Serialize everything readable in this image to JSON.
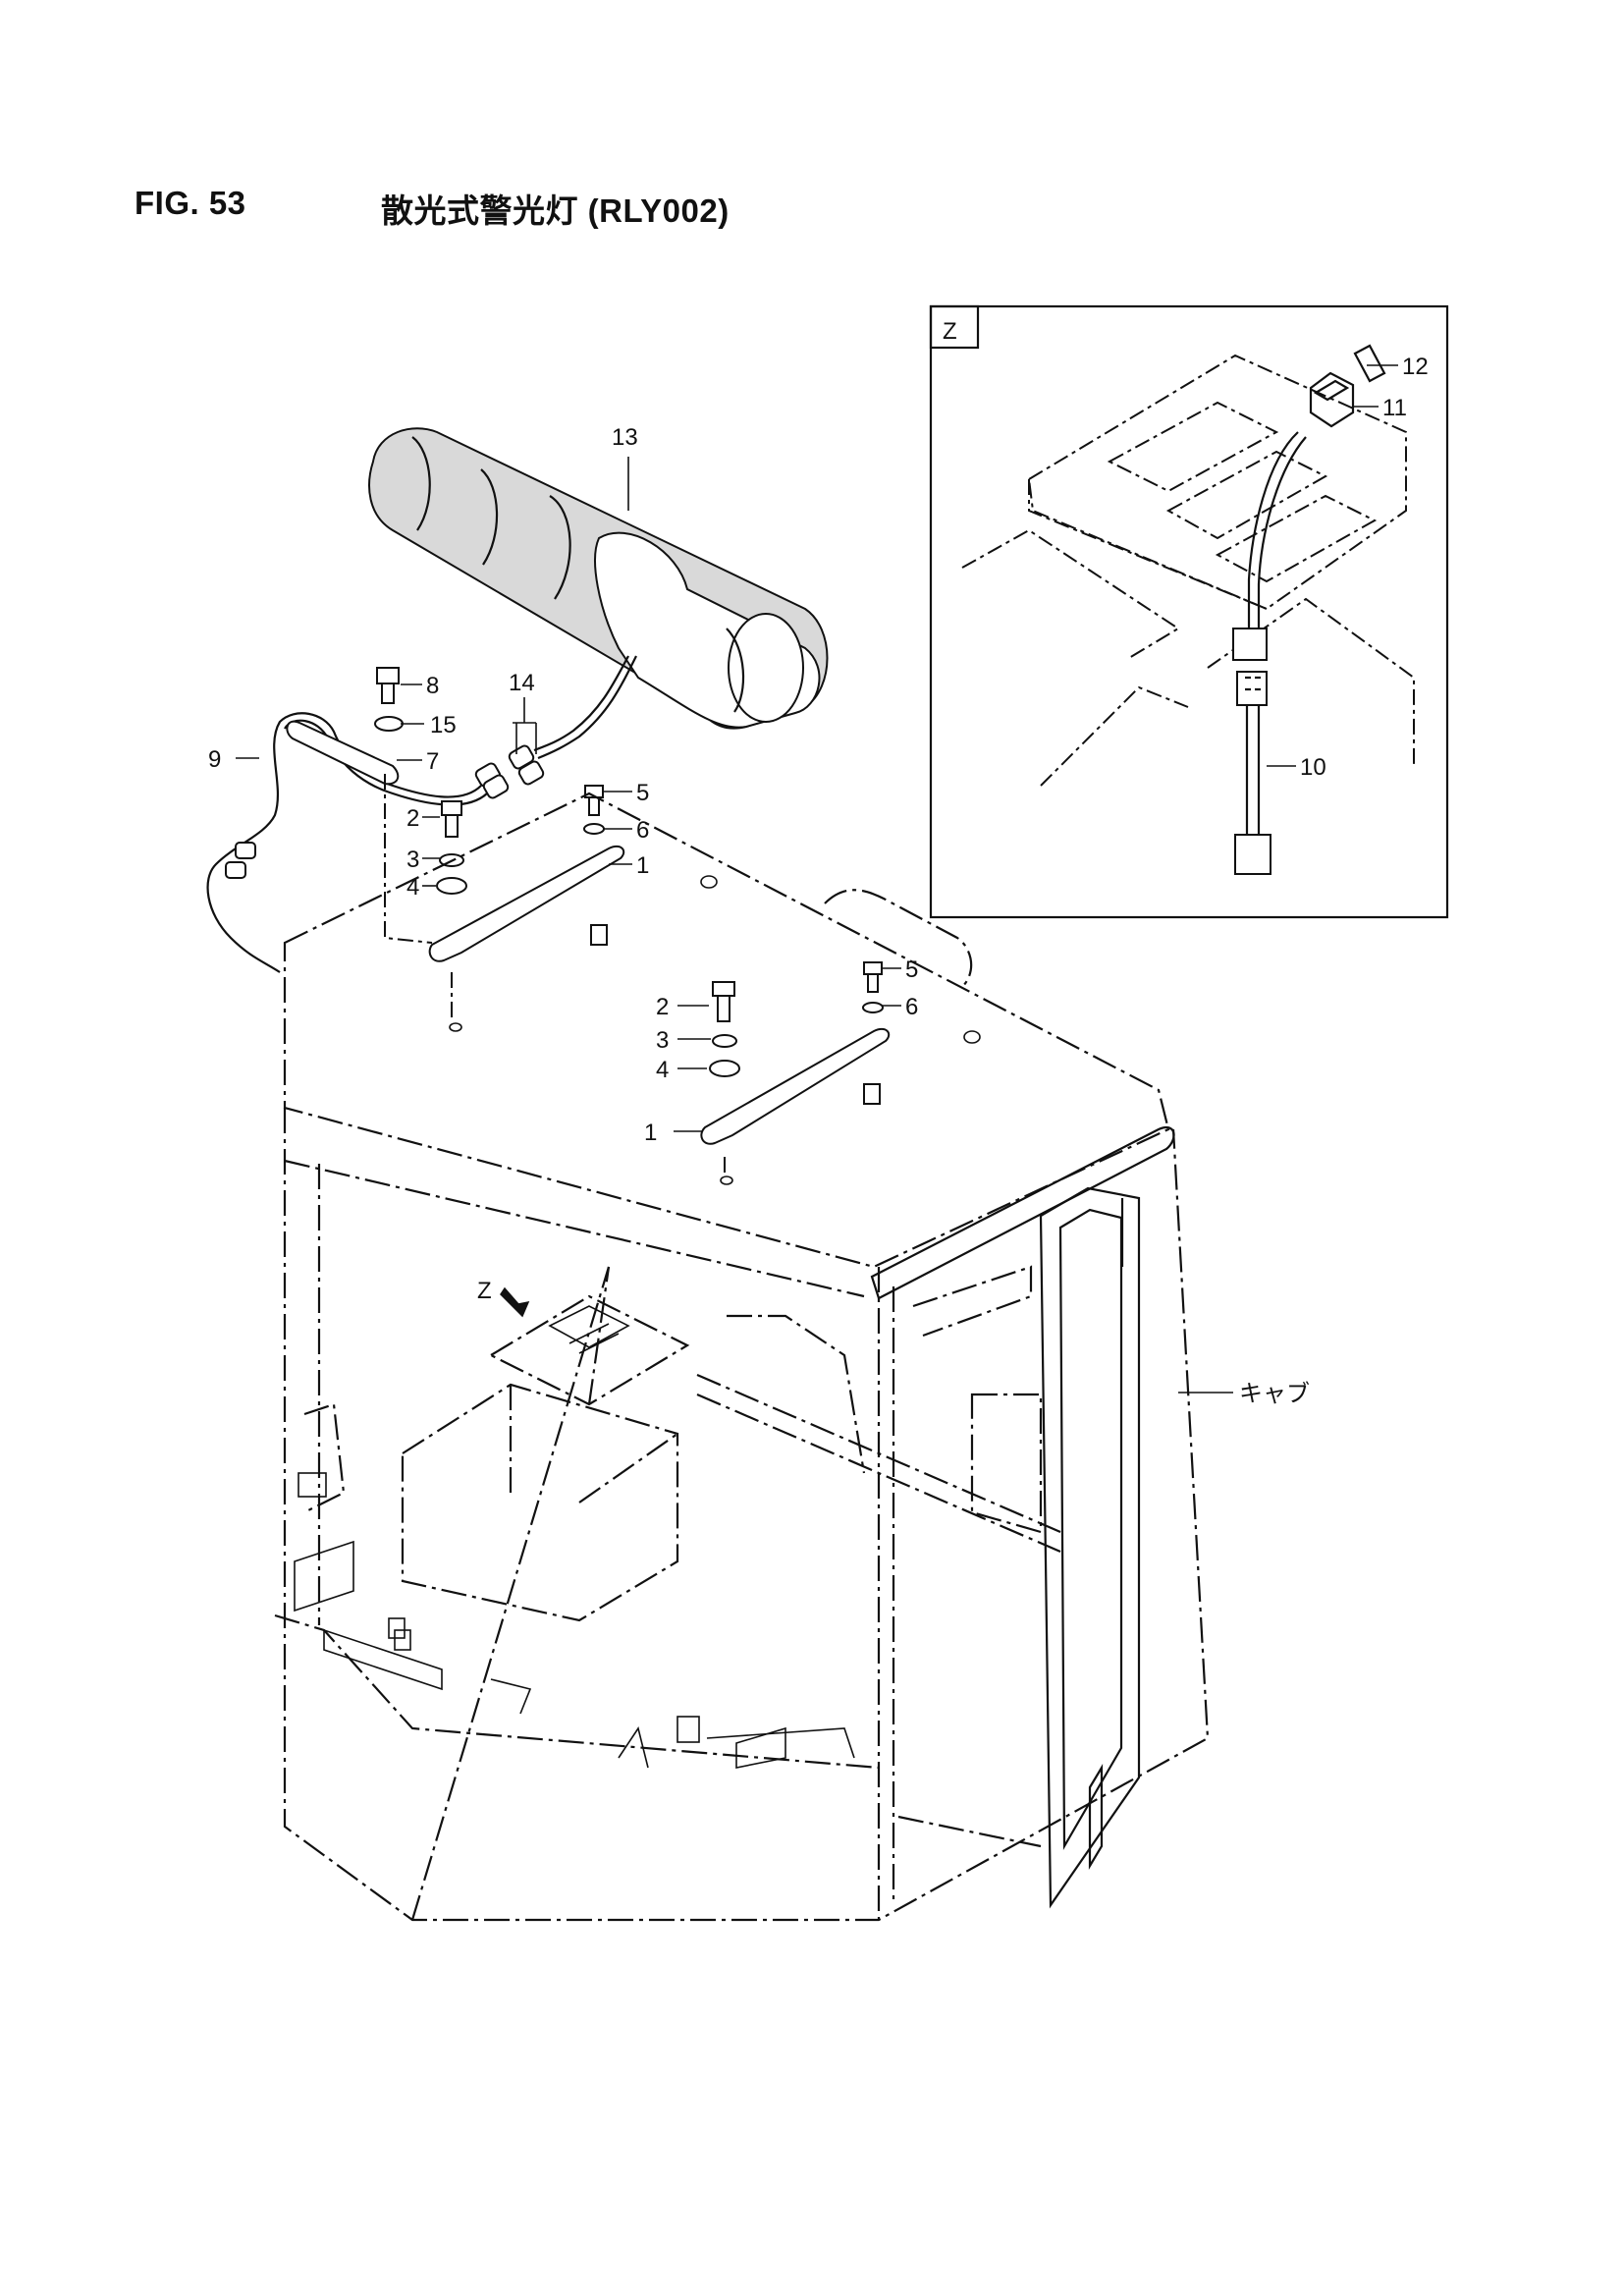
{
  "header": {
    "fig_label": "FIG. 53",
    "title": "散光式警光灯 (RLY002)"
  },
  "detail_view": {
    "label": "Z"
  },
  "callouts": {
    "c1a": "1",
    "c1b": "1",
    "c2a": "2",
    "c2b": "2",
    "c3a": "3",
    "c3b": "3",
    "c4a": "4",
    "c4b": "4",
    "c5a": "5",
    "c5b": "5",
    "c6a": "6",
    "c6b": "6",
    "c7": "7",
    "c8": "8",
    "c9": "9",
    "c10": "10",
    "c11": "11",
    "c12": "12",
    "c13": "13",
    "c14": "14",
    "c15": "15",
    "view_arrow": "Z",
    "cab": "キャブ"
  }
}
